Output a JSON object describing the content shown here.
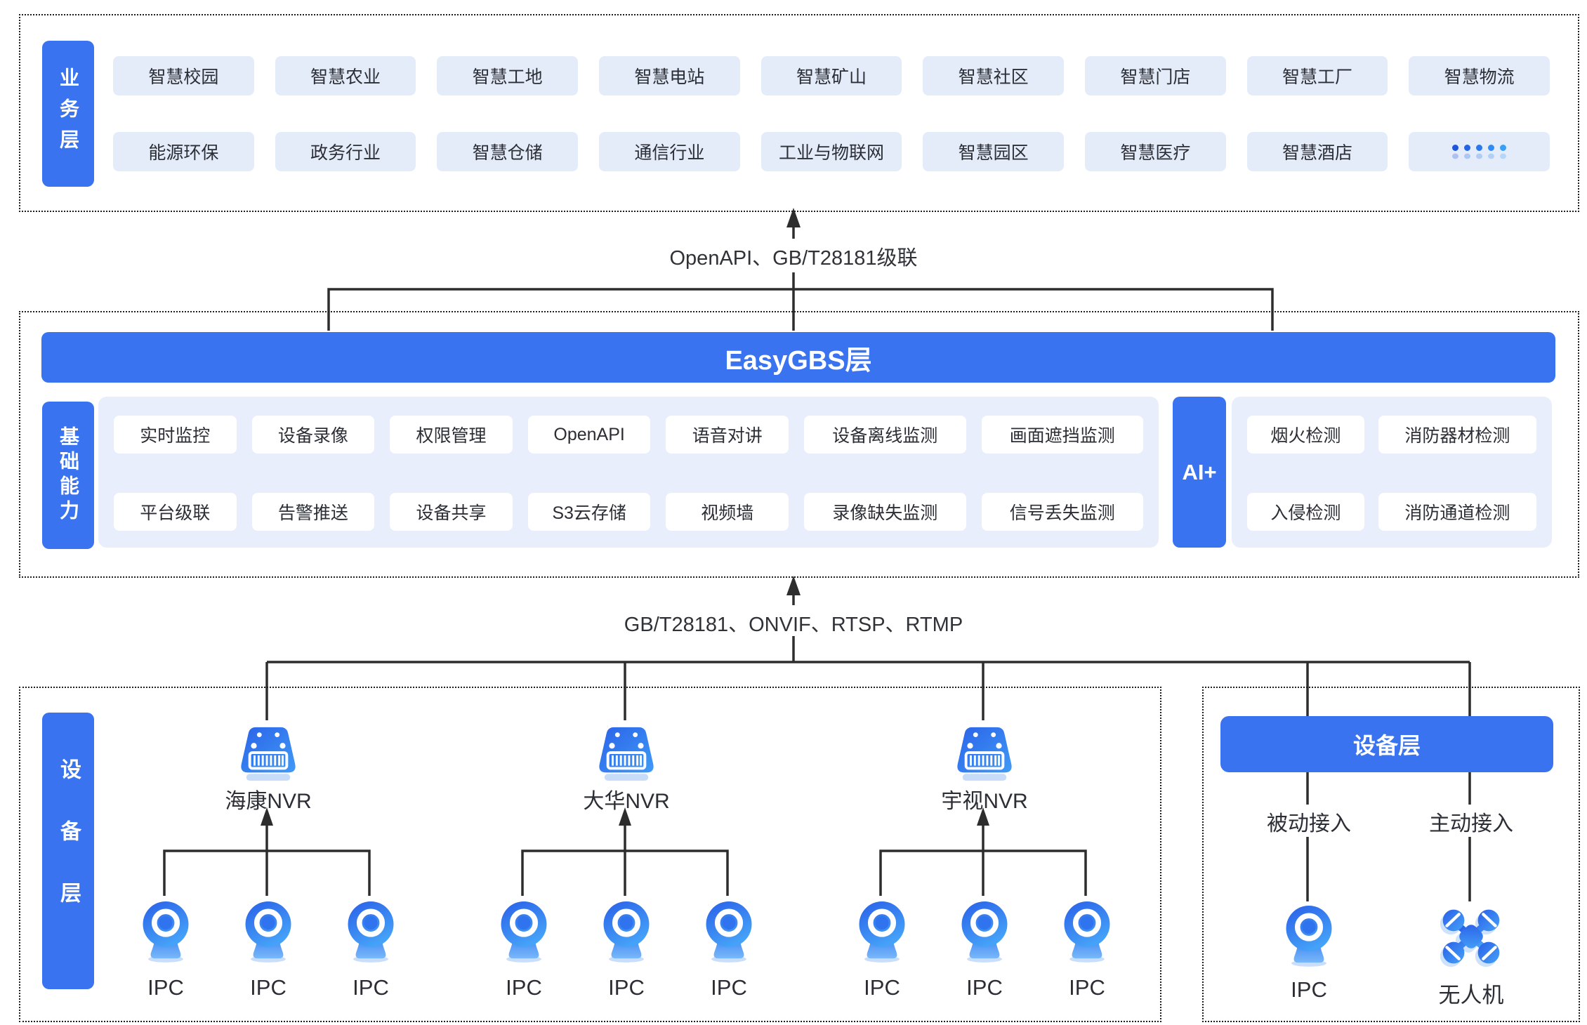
{
  "business": {
    "label": "业务层",
    "row1": [
      "智慧校园",
      "智慧农业",
      "智慧工地",
      "智慧电站",
      "智慧矿山",
      "智慧社区",
      "智慧门店",
      "智慧工厂",
      "智慧物流"
    ],
    "row2": [
      "能源环保",
      "政务行业",
      "智慧仓储",
      "通信行业",
      "工业与物联网",
      "智慧园区",
      "智慧医疗",
      "智慧酒店"
    ],
    "more_chip": "more-industries-dots"
  },
  "link_top": {
    "label": "OpenAPI、GB/T28181级联"
  },
  "platform": {
    "bar_title": "EasyGBS层",
    "label": "基础能力",
    "row1": [
      "实时监控",
      "设备录像",
      "权限管理",
      "OpenAPI",
      "语音对讲",
      "设备离线监测",
      "画面遮挡监测"
    ],
    "row2": [
      "平台级联",
      "告警推送",
      "设备共享",
      "S3云存储",
      "视频墙",
      "录像缺失监测",
      "信号丢失监测"
    ],
    "ai_label": "AI+",
    "ai_row1": [
      "烟火检测",
      "消防器材检测"
    ],
    "ai_row2": [
      "入侵检测",
      "消防通道检测"
    ]
  },
  "link_bottom": {
    "label": "GB/T28181、ONVIF、RTSP、RTMP"
  },
  "devices": {
    "label": "设备层",
    "nvr_groups": [
      {
        "name": "海康NVR",
        "ipcs": [
          "IPC",
          "IPC",
          "IPC"
        ]
      },
      {
        "name": "大华NVR",
        "ipcs": [
          "IPC",
          "IPC",
          "IPC"
        ]
      },
      {
        "name": "宇视NVR",
        "ipcs": [
          "IPC",
          "IPC",
          "IPC"
        ]
      }
    ]
  },
  "access_panel": {
    "header": "设备层",
    "columns": [
      {
        "mode": "被动接入",
        "device": "IPC",
        "icon": "ipc-camera-icon"
      },
      {
        "mode": "主动接入",
        "device": "无人机",
        "icon": "drone-icon"
      }
    ]
  },
  "colors": {
    "primary": "#3a73f0",
    "chip_bg": "#e4ecfa",
    "panel_bg": "#e8eefb",
    "line": "#2d2d2d"
  }
}
